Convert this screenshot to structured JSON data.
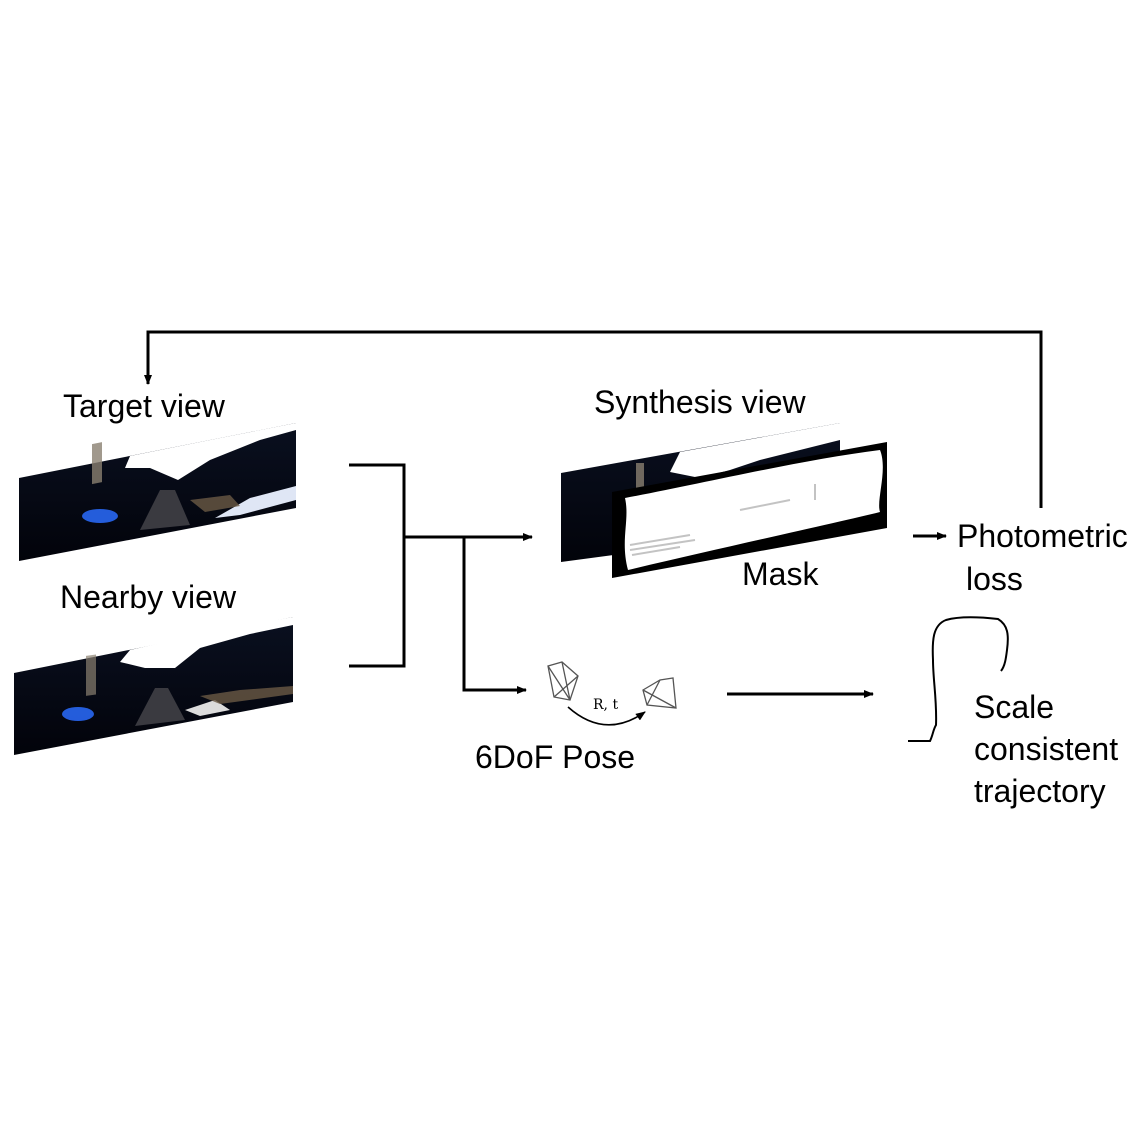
{
  "labels": {
    "target_view": "Target view",
    "nearby_view": "Nearby view",
    "synthesis_view": "Synthesis view",
    "mask": "Mask",
    "photometric_loss_line1": "Photometric",
    "photometric_loss_line2": "loss",
    "pose": "6DoF Pose",
    "pose_transform": "R, t",
    "trajectory_line1": "Scale",
    "trajectory_line2": "consistent",
    "trajectory_line3": "trajectory"
  },
  "colors": {
    "line": "#000000",
    "image_dark": "#05070f",
    "mask_white": "#ffffff"
  }
}
